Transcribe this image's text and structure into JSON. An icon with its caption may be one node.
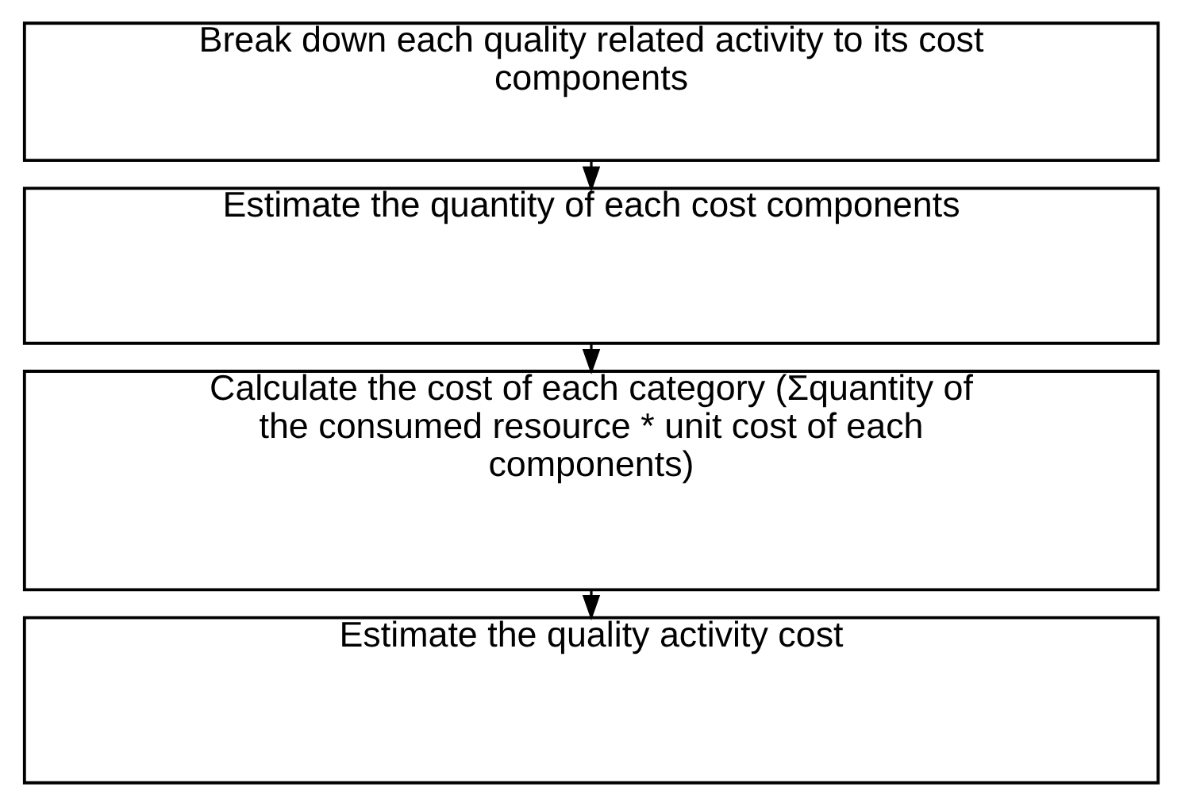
{
  "diagram": {
    "nodes": [
      {
        "text": [
          "Break down each quality related activity to its cost components"
        ]
      },
      {
        "text": [
          "Estimate the quantity of each cost components"
        ]
      },
      {
        "text": [
          "Calculate the cost of each category (Σquantity of the consumed resource * unit cost of each components)"
        ]
      },
      {
        "text": [
          "Estimate the quality activity cost"
        ]
      }
    ],
    "edges": [
      {
        "from": 0,
        "to": 1,
        "arrow": "to"
      },
      {
        "from": 1,
        "to": 2,
        "arrow": "to"
      },
      {
        "from": 2,
        "to": 3,
        "arrow": "to"
      }
    ]
  }
}
